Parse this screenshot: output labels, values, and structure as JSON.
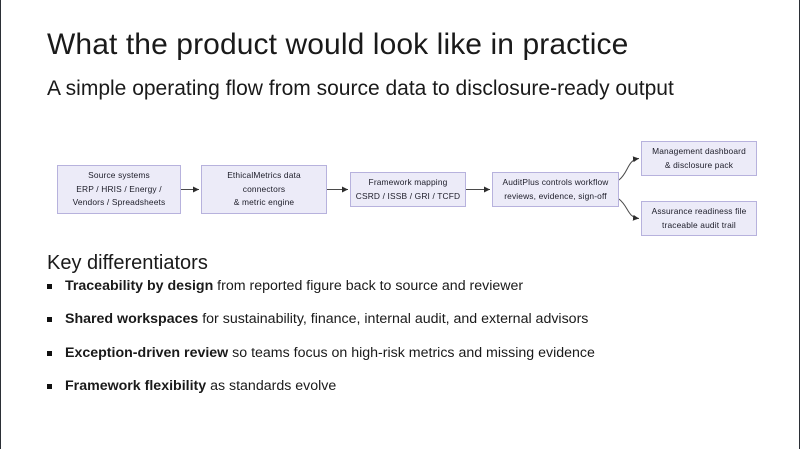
{
  "slide": {
    "title": "What the product would look like in practice",
    "subtitle": "A simple operating flow from source data to disclosure-ready output",
    "background_color": "#ffffff",
    "text_color": "#1a1a1a"
  },
  "diagram": {
    "type": "flow",
    "node_fill": "#ecebf8",
    "node_border": "#b7b2dd",
    "connector_color": "#3a3a3a",
    "nodes": [
      {
        "id": "source-systems",
        "lines": [
          "Source systems",
          "ERP / HRIS / Energy /",
          "Vendors / Spreadsheets"
        ]
      },
      {
        "id": "ethicalmetrics-connectors",
        "lines": [
          "EthicalMetrics data",
          "connectors",
          "& metric engine"
        ]
      },
      {
        "id": "framework-mapping",
        "lines": [
          "Framework mapping",
          "CSRD / ISSB / GRI / TCFD"
        ]
      },
      {
        "id": "auditplus-workflow",
        "lines": [
          "AuditPlus controls workflow",
          "reviews, evidence, sign-off"
        ]
      },
      {
        "id": "management-dashboard",
        "lines": [
          "Management dashboard",
          "& disclosure pack"
        ]
      },
      {
        "id": "assurance-readiness",
        "lines": [
          "Assurance readiness file",
          "traceable audit trail"
        ]
      }
    ]
  },
  "key_differentiators": {
    "heading": "Key differentiators",
    "items": [
      {
        "lead": "Traceability by design",
        "rest": " from reported figure back to source and reviewer"
      },
      {
        "lead": "Shared workspaces",
        "rest": " for sustainability, finance, internal audit, and external advisors"
      },
      {
        "lead": "Exception-driven review",
        "rest": " so teams focus on high-risk metrics and missing evidence"
      },
      {
        "lead": "Framework flexibility",
        "rest": " as standards evolve"
      }
    ]
  }
}
